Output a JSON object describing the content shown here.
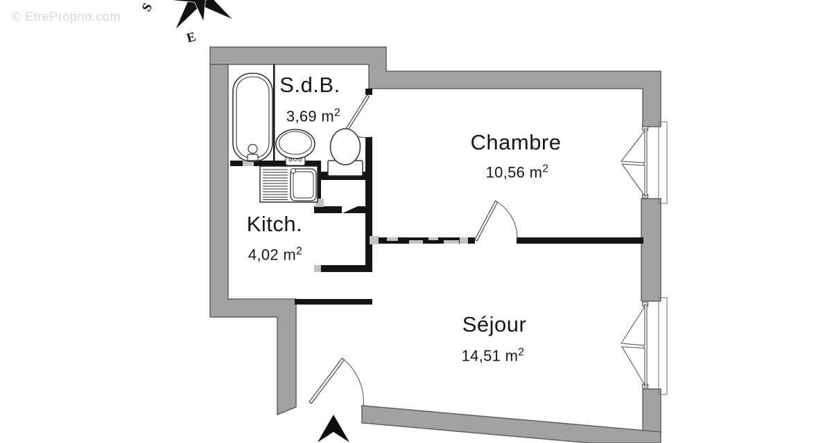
{
  "watermark": {
    "text": "© EtreProprio.com"
  },
  "compass": {
    "south_label": "S",
    "east_label": "E"
  },
  "rooms": [
    {
      "id": "sdb",
      "name": "S.d.B.",
      "area": "3,69 m",
      "sup": "2"
    },
    {
      "id": "kitchen",
      "name": "Kitch.",
      "area": "4,02 m",
      "sup": "2"
    },
    {
      "id": "chambre",
      "name": "Chambre",
      "area": "10,56 m",
      "sup": "2"
    },
    {
      "id": "sejour",
      "name": "Séjour",
      "area": "14,51 m",
      "sup": "2"
    }
  ],
  "colors": {
    "outer_wall": "#a2a2a2",
    "outer_wall_outline": "#5e5e5e",
    "interior_wall": "#141414",
    "watermark_gray": "#d7d7d7",
    "fixture_stroke": "#333333"
  }
}
